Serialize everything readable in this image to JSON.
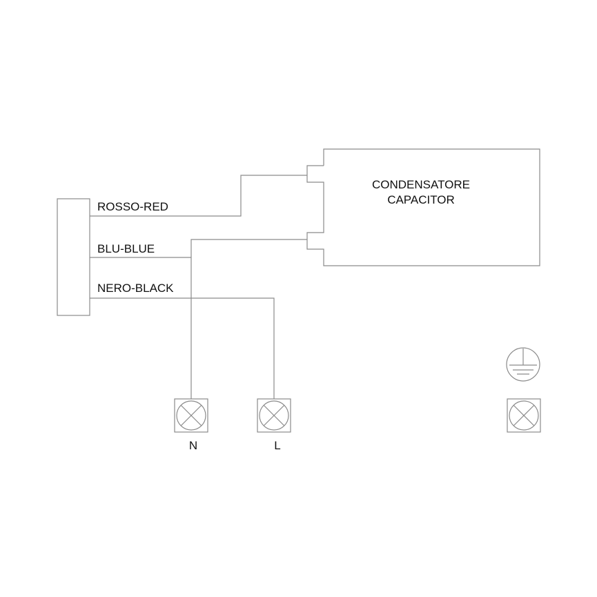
{
  "wires": {
    "red": "ROSSO-RED",
    "blue": "BLU-BLUE",
    "black": "NERO-BLACK"
  },
  "capacitor": {
    "line1": "CONDENSATORE",
    "line2": "CAPACITOR"
  },
  "terminals": {
    "neutral": "N",
    "live": "L"
  }
}
